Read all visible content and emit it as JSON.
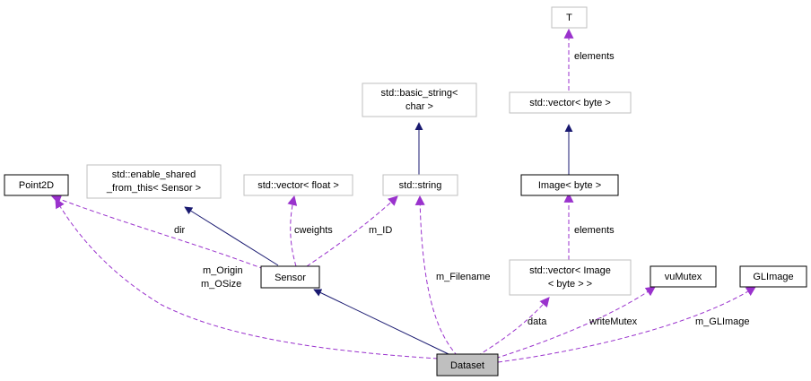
{
  "colors": {
    "inheritance": "#191970",
    "usage": "#9a32cd",
    "external_border": "#bfbfbf",
    "documented_border": "#000000",
    "focus_fill": "#bfbfbf"
  },
  "nodes": {
    "T": {
      "lines": [
        "T"
      ]
    },
    "vector_byte": {
      "lines": [
        "std::vector< byte >"
      ]
    },
    "basic_string": {
      "lines": [
        "std::basic_string<",
        "char >"
      ]
    },
    "image_byte": {
      "lines": [
        "Image< byte >"
      ]
    },
    "point2d": {
      "lines": [
        "Point2D"
      ]
    },
    "enable_shared": {
      "lines": [
        "std::enable_shared",
        "_from_this< Sensor >"
      ]
    },
    "vector_float": {
      "lines": [
        "std::vector< float >"
      ]
    },
    "std_string": {
      "lines": [
        "std::string"
      ]
    },
    "sensor": {
      "lines": [
        "Sensor"
      ]
    },
    "vector_image": {
      "lines": [
        "std::vector< Image",
        "< byte > >"
      ]
    },
    "vumutex": {
      "lines": [
        "vuMutex"
      ]
    },
    "glimage": {
      "lines": [
        "GLImage"
      ]
    },
    "dataset": {
      "lines": [
        "Dataset"
      ]
    }
  },
  "edge_labels": {
    "elements_top": "elements",
    "elements_mid": "elements",
    "dir": "dir",
    "cweights": "cweights",
    "m_id": "m_ID",
    "m_origin": "m_Origin",
    "m_osize": "m_OSize",
    "m_filename": "m_Filename",
    "data": "data",
    "write_mutex": "writeMutex",
    "m_glimage": "m_GLImage"
  }
}
